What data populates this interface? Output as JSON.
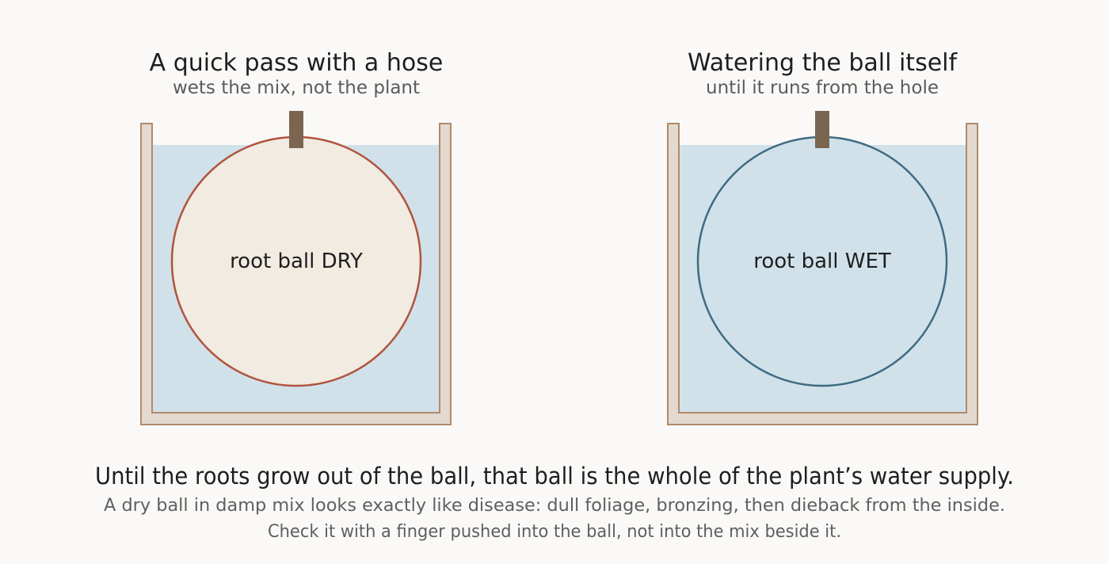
{
  "panels": [
    {
      "title": "A quick pass with a hose",
      "subtitle": "wets the mix, not the plant",
      "ball_label": "root ball DRY",
      "ball_fill": "#f1ebe2",
      "ball_stroke": "#b0533d"
    },
    {
      "title": "Watering the ball itself",
      "subtitle": "until it runs from the hole",
      "ball_label": "root ball WET",
      "ball_fill": "#d1e1ea",
      "ball_stroke": "#3e6b80"
    }
  ],
  "colors": {
    "background": "#faf9f7",
    "pot_wall": "#e3d9ce",
    "pot_outline": "#b08a6c",
    "water": "#d1e1ea",
    "stem": "#7a6650"
  },
  "footer": {
    "headline": "Until the roots grow out of the ball, that ball is the whole of the plant’s water supply.",
    "note_line1": "A dry ball in damp mix looks exactly like disease: dull foliage, bronzing, then dieback from the inside.",
    "note_line2": "Check it with a finger pushed into the ball, not into the mix beside it."
  }
}
